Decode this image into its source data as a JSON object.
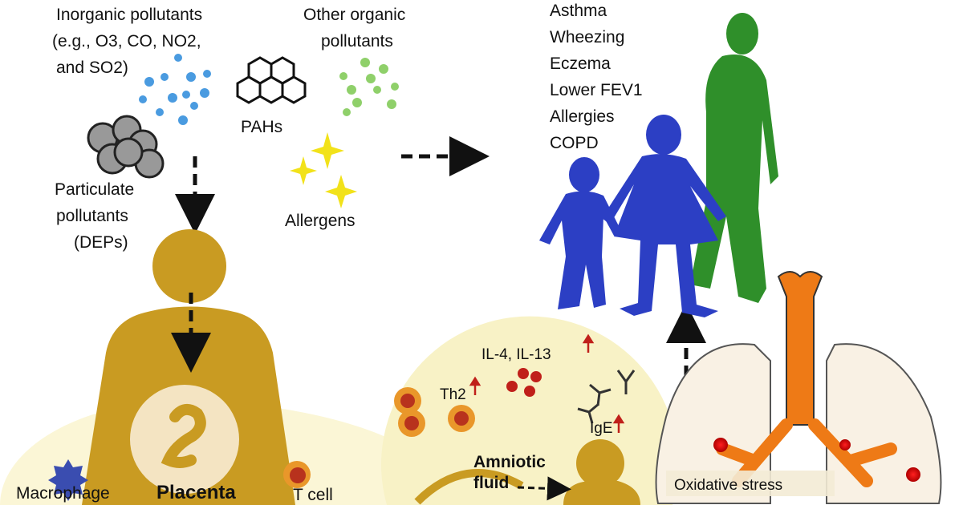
{
  "pollutants": {
    "inorganic": [
      "Inorganic pollutants",
      "(e.g., O3, CO, NO2,",
      "and SO2)"
    ],
    "other_organic": [
      "Other organic",
      "pollutants"
    ],
    "pahs": "PAHs",
    "particulate": [
      "Particulate",
      "pollutants",
      "(DEPs)"
    ],
    "allergens": "Allergens"
  },
  "outcomes": [
    "Asthma",
    "Wheezing",
    "Eczema",
    "Lower FEV1",
    "Allergies",
    "COPD"
  ],
  "immune": {
    "cytokines": "IL-4, IL-13",
    "th2": "Th2",
    "ige": "IgE",
    "amniotic": [
      "Amniotic",
      "fluid"
    ],
    "oxidative_stress": "Oxidative stress"
  },
  "placenta": {
    "macrophage": "Macrophage",
    "placenta": "Placenta",
    "tcell": "T cell"
  },
  "colors": {
    "gold": "#c99b22",
    "blue": "#2c3fc4",
    "green": "#2f8f2a",
    "orange": "#ee7a16",
    "up_arrow": "#c0201a"
  }
}
